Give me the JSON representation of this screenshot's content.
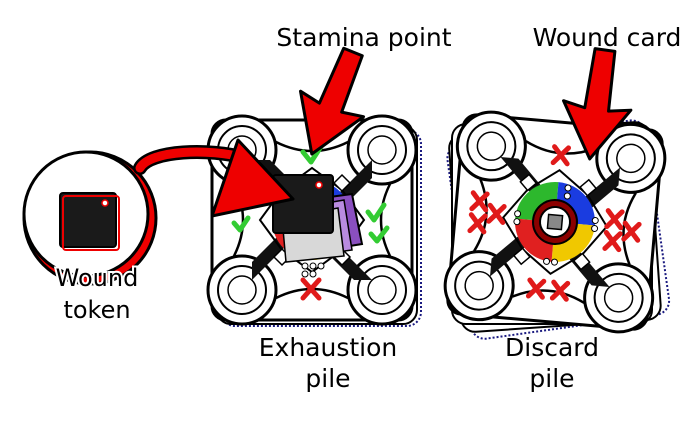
{
  "labels": {
    "stamina_point": "Stamina point",
    "wound_card": "Wound card",
    "wound_token_line1": "Wound",
    "wound_token_line2": "token",
    "exhaustion_line1": "Exhaustion",
    "exhaustion_line2": "pile",
    "discard_line1": "Discard",
    "discard_line2": "pile"
  },
  "colors": {
    "arrow_red": "#ee0000",
    "check_green": "#33cc33",
    "cross_red": "#e01a1a",
    "token_black": "#1a1a1a",
    "quad_green": "#2db82d",
    "quad_blue": "#1a3ce0",
    "quad_yellow": "#f0c800",
    "quad_red": "#e02020",
    "purple_card": "#8a4fc0",
    "dotted_edge": "#1a1a80"
  },
  "icons": {
    "exhaustion_symbols": [
      "checkmark",
      "checkmark",
      "checkmark",
      "checkmark",
      "cross"
    ],
    "discard_symbols": [
      "cross",
      "cross",
      "cross",
      "cross",
      "cross",
      "cross",
      "cross",
      "cross",
      "cross"
    ]
  }
}
